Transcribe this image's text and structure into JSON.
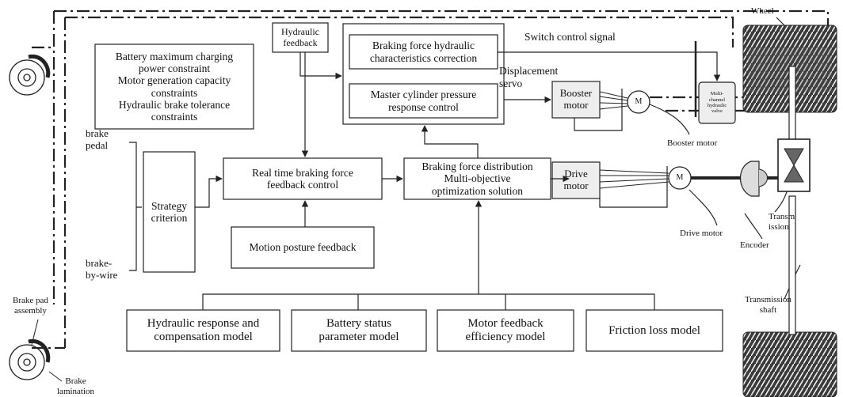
{
  "colors": {
    "line": "#222222",
    "box_fill": "#ffffff",
    "motor_fill": "#eeeeee",
    "wheel": "#333333"
  },
  "boxes": {
    "constraints": "Battery maximum charging\npower constraint\nMotor generation capacity\nconstraints\nHydraulic brake tolerance\nconstraints",
    "hydraulic_feedback": "Hydraulic\nfeedback",
    "braking_force_correction": "Braking force hydraulic\ncharacteristics correction",
    "master_cylinder": "Master cylinder pressure\nresponse control",
    "strategy_criterion": "Strategy\ncriterion",
    "realtime_feedback": "Real time braking force\nfeedback control",
    "distribution": "Braking force distribution\nMulti-objective\noptimization solution",
    "motion_posture": "Motion posture feedback",
    "booster_motor": "Booster\nmotor",
    "drive_motor": "Drive\nmotor",
    "hydraulic_model": "Hydraulic response and\ncompensation model",
    "battery_model": "Battery status\nparameter model",
    "motor_model": "Motor feedback\nefficiency model",
    "friction_model": "Friction loss model",
    "valve": "Multi-\nchannel\nhydraulic\nvalve",
    "motor_symbol": "M"
  },
  "labels": {
    "brake_pedal": "brake\npedal",
    "brake_by_wire": "brake-\nby-wire",
    "switch_control": "Switch control signal",
    "displacement_servo": "Displacement\nservo",
    "wheel": "Wheel",
    "booster_motor": "Booster motor",
    "drive_motor": "Drive motor",
    "transmission": "Transm\nission",
    "encoder": "Encoder",
    "transmission_shaft": "Transmission\nshaft",
    "brake_pad": "Brake pad\nassembly",
    "brake_lamination": "Brake\nlamination"
  }
}
